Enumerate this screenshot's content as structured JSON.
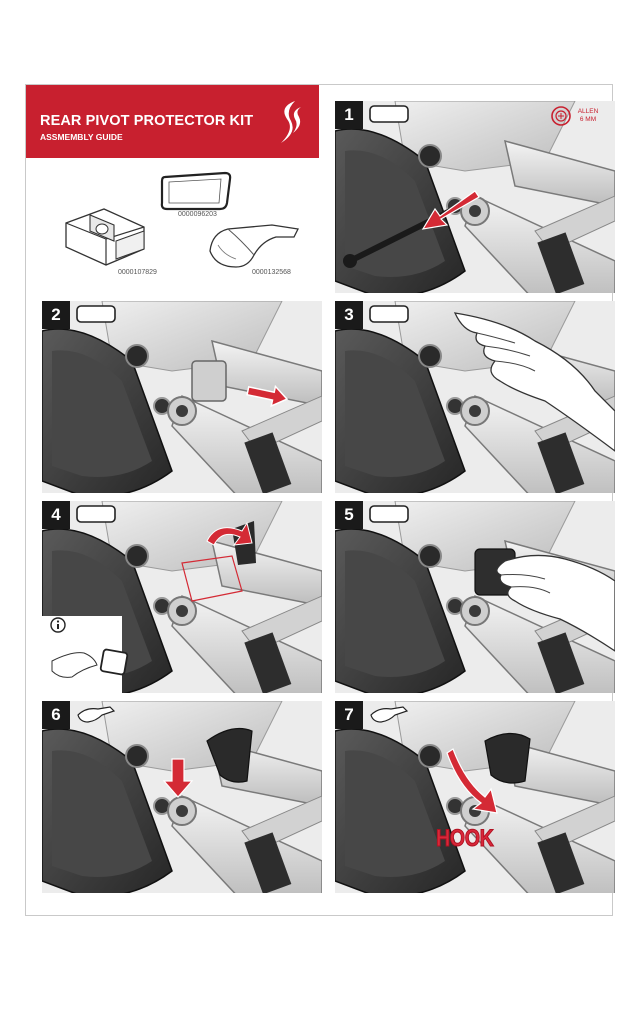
{
  "header": {
    "title": "REAR PIVOT PROTECTOR KIT",
    "subtitle": "ASSMEMBLY GUIDE",
    "brand_logo": "specialized-s-logo",
    "brand_color": "#c8202f"
  },
  "parts": [
    {
      "part_number": "0000107829",
      "icon": "pivot-protector-block"
    },
    {
      "part_number": "0000096203",
      "icon": "rubber-seal-gasket"
    },
    {
      "part_number": "0000132568",
      "icon": "protector-cover"
    }
  ],
  "tool": {
    "icon": "allen-key-icon",
    "label_line1": "ALLEN",
    "label_line2": "6 MM"
  },
  "steps": [
    {
      "number": "1",
      "part_icon": "rubber-seal-gasket"
    },
    {
      "number": "2",
      "part_icon": "rubber-seal-gasket"
    },
    {
      "number": "3",
      "part_icon": "rubber-seal-gasket"
    },
    {
      "number": "4",
      "part_icon": "rubber-seal-gasket",
      "info_icon": "info-icon"
    },
    {
      "number": "5",
      "part_icon": "rubber-seal-gasket"
    },
    {
      "number": "6",
      "part_icon": "protector-cover"
    },
    {
      "number": "7",
      "part_icon": "protector-cover",
      "callout": "HOOK"
    }
  ],
  "colors": {
    "arrow": "#d42a35",
    "motor": "#3a3a3a",
    "frame": "#d6d6d6"
  }
}
